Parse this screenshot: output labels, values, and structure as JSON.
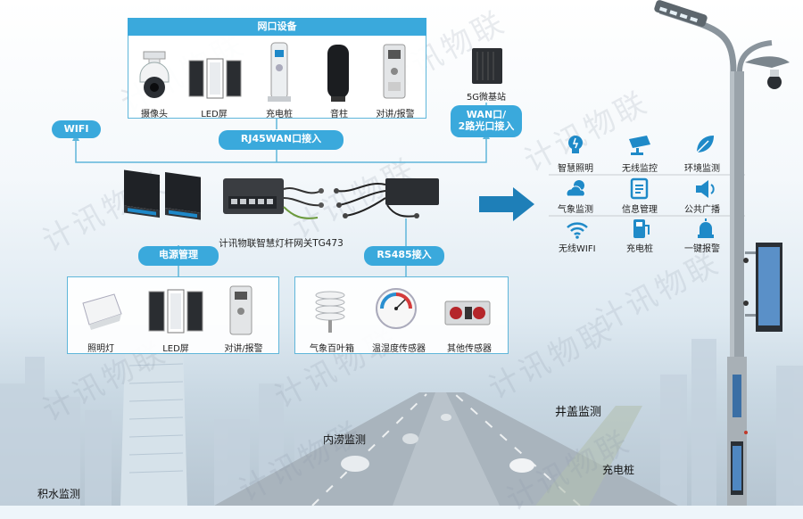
{
  "watermark": "计讯物联",
  "top_group": {
    "title": "网口设备",
    "devices": [
      "摄像头",
      "LED屏",
      "充电桩",
      "音柱",
      "对讲/报警"
    ]
  },
  "base_station": "5G微基站",
  "wan_label": [
    "WAN口/",
    "2路光口接入"
  ],
  "wifi_label": "WIFI",
  "rj45_label": "RJ45WAN口接入",
  "gateway_label": "计讯物联智慧灯杆网关TG473",
  "power_label": "电源管理",
  "rs485_label": "RS485接入",
  "power_devices": [
    "照明灯",
    "LED屏",
    "对讲/报警"
  ],
  "sensor_devices": [
    "气象百叶箱",
    "温湿度传感器",
    "其他传感器"
  ],
  "features": [
    {
      "label": "智慧照明",
      "icon": "lightbulb-icon"
    },
    {
      "label": "无线监控",
      "icon": "cctv-icon"
    },
    {
      "label": "环境监测",
      "icon": "leaf-icon"
    },
    {
      "label": "气象监测",
      "icon": "weather-icon"
    },
    {
      "label": "信息管理",
      "icon": "document-icon"
    },
    {
      "label": "公共广播",
      "icon": "speaker-icon"
    },
    {
      "label": "无线WIFI",
      "icon": "wifi-icon"
    },
    {
      "label": "充电桩",
      "icon": "charger-icon"
    },
    {
      "label": "一键报警",
      "icon": "alarm-icon"
    }
  ],
  "scene_labels": [
    "井盖监测",
    "内涝监测",
    "充电桩",
    "积水监测"
  ],
  "colors": {
    "accent": "#3aa9dc",
    "border": "#5fb6da",
    "icon": "#1f8ac8",
    "arrow": "#1e7fb8"
  }
}
